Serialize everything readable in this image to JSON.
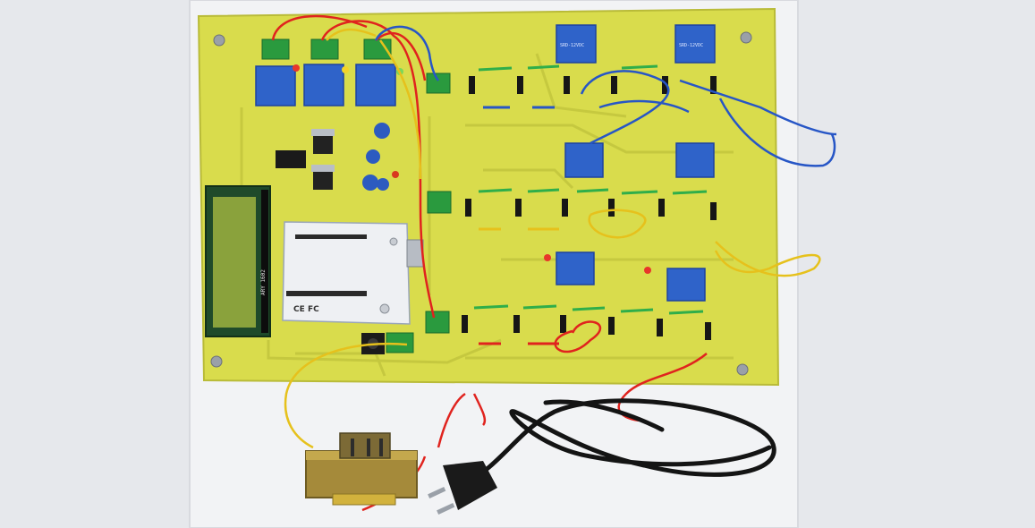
{
  "scene": {
    "board_color": "#d9dc4c",
    "relay_color": "#2f63c9",
    "wire_colors": {
      "red": "#e0231e",
      "yellow": "#e6c11c",
      "blue": "#2756c6",
      "green": "#2fae4a",
      "black": "#141414"
    }
  },
  "labels": {
    "arduino_brand": "FC",
    "arduino_ce": "CE",
    "relay_text": "SRD-12VDC",
    "lcd_text": "ARY 1602"
  }
}
